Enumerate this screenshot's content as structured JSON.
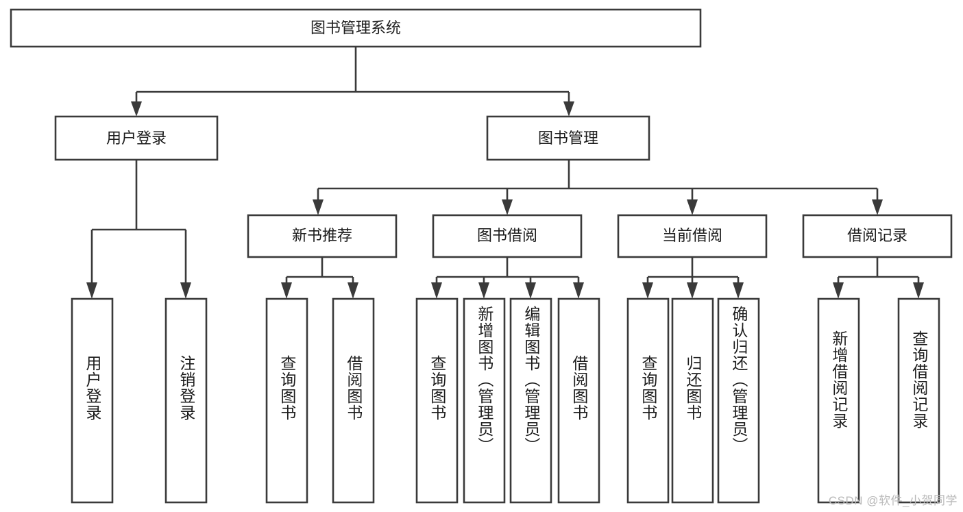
{
  "diagram": {
    "type": "tree-hierarchy",
    "title": "图书管理系统",
    "watermark": "CSDN @软件_小贺同学",
    "colors": {
      "box_stroke": "#3a3a3a",
      "box_fill": "#ffffff",
      "text": "#1c1c1c",
      "connector": "#3a3a3a",
      "watermark": "#b9b9b9",
      "background": "#ffffff"
    },
    "root": {
      "label": "图书管理系统"
    },
    "level2": [
      {
        "label": "用户登录"
      },
      {
        "label": "图书管理"
      }
    ],
    "level3": [
      {
        "label": "新书推荐"
      },
      {
        "label": "图书借阅"
      },
      {
        "label": "当前借阅"
      },
      {
        "label": "借阅记录"
      }
    ],
    "leaves": {
      "user_login": [
        {
          "label": "用户登录"
        },
        {
          "label": "注销登录"
        }
      ],
      "new_book_recommend": [
        {
          "label": "查询图书"
        },
        {
          "label": "借阅图书"
        }
      ],
      "book_borrow": [
        {
          "label": "查询图书"
        },
        {
          "label": "新增图书（管理员）"
        },
        {
          "label": "编辑图书（管理员）"
        },
        {
          "label": "借阅图书"
        }
      ],
      "current_borrow": [
        {
          "label": "查询图书"
        },
        {
          "label": "归还图书"
        },
        {
          "label": "确认归还（管理员）"
        }
      ],
      "borrow_record": [
        {
          "label": "新增借阅记录"
        },
        {
          "label": "查询借阅记录"
        }
      ]
    }
  }
}
